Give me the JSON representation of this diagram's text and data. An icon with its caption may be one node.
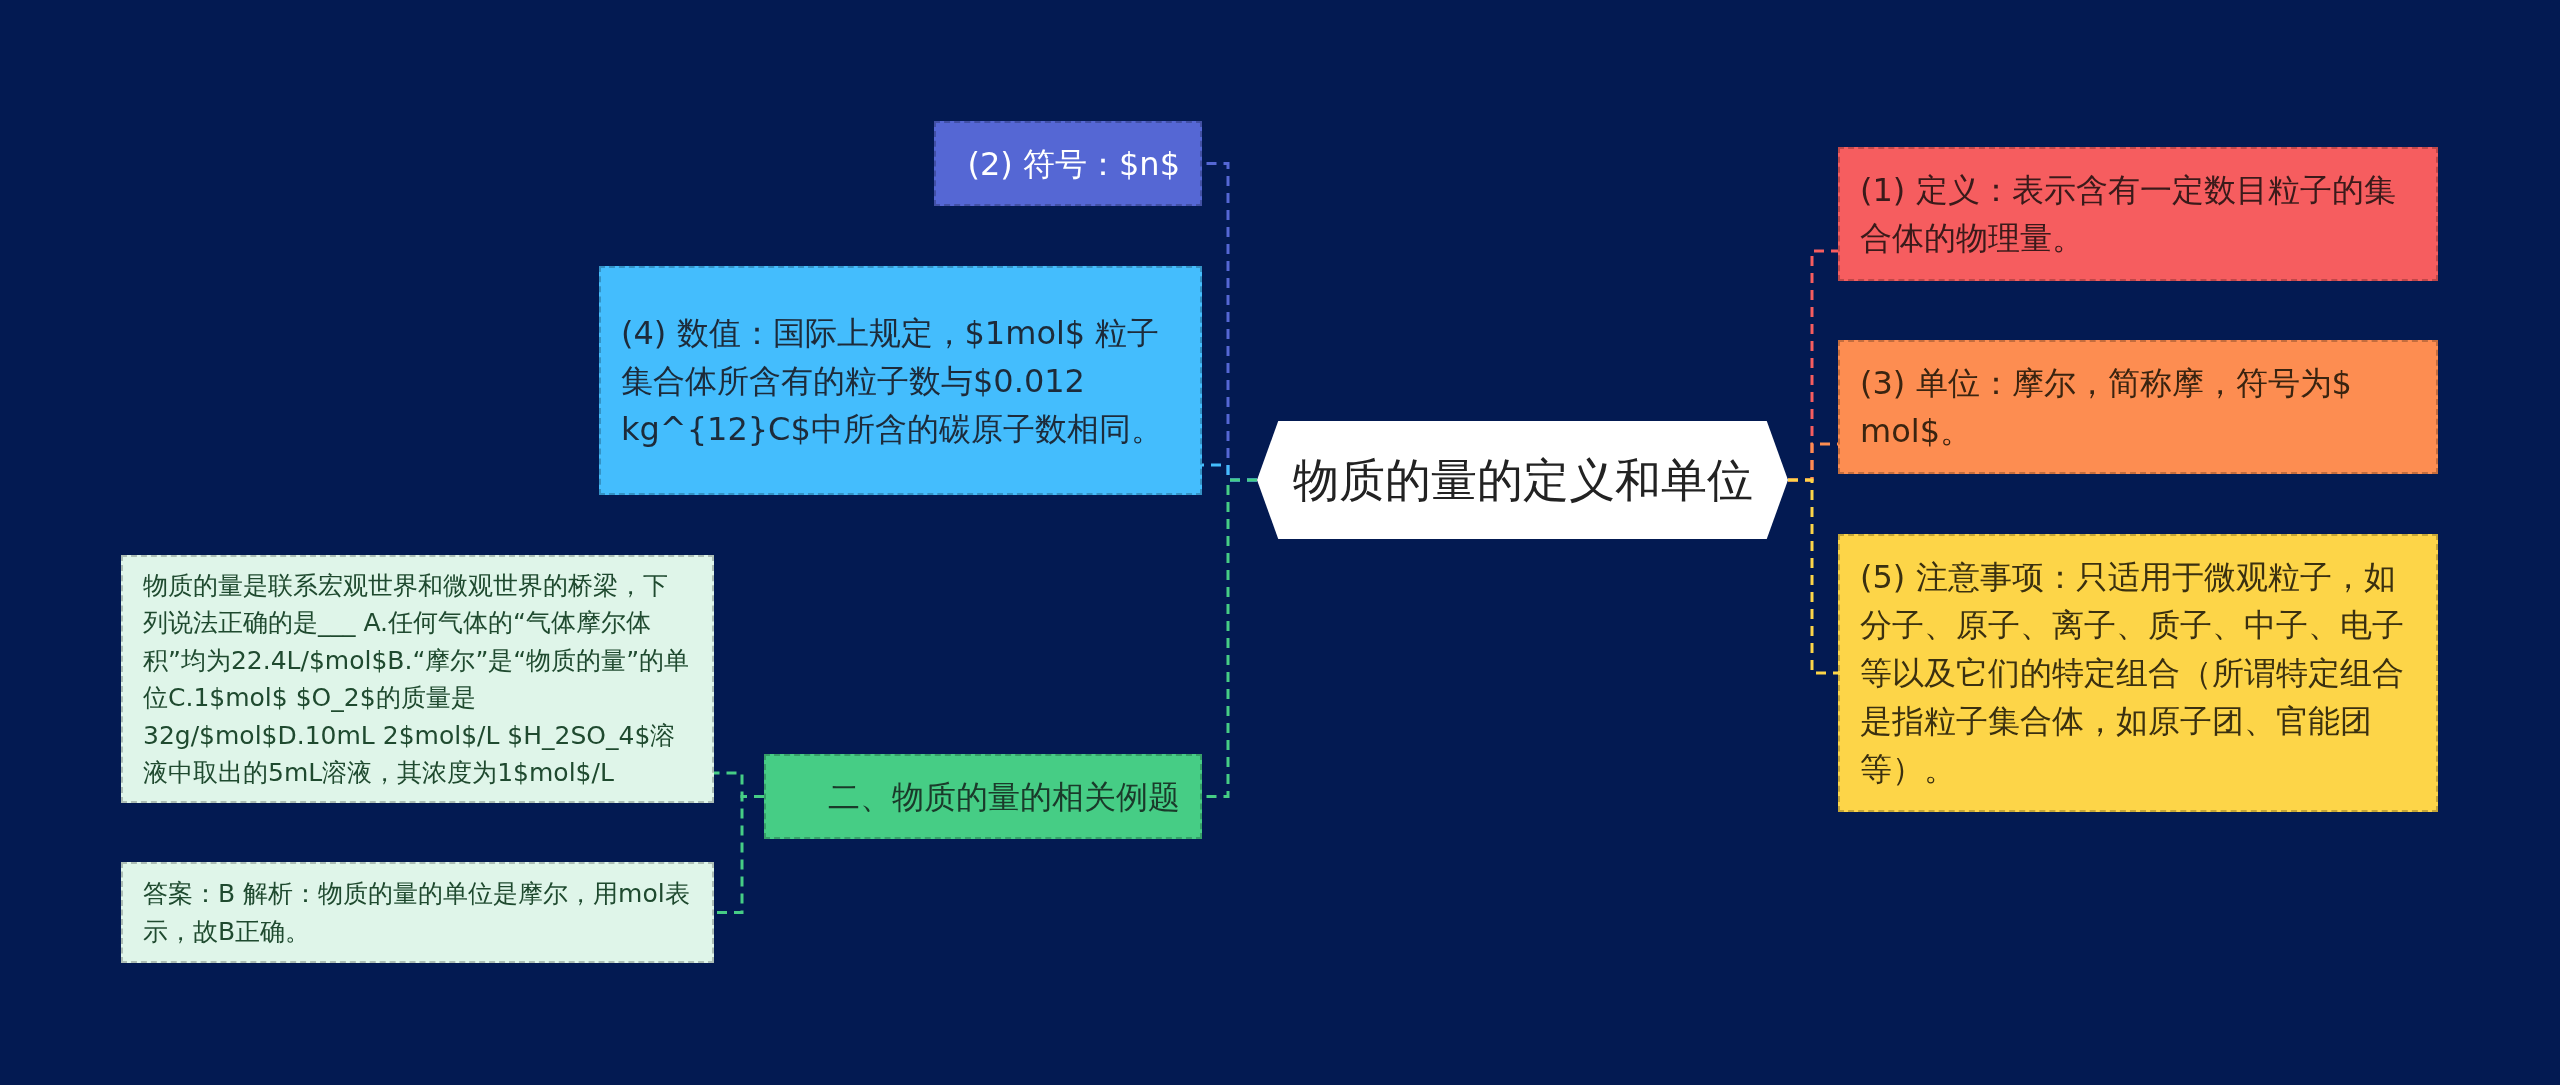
{
  "diagram": {
    "nodes": [
      {
        "text": [
          "物质的量的定义和单位"
        ]
      },
      {
        "text": [
          "(2) 符号：$n$"
        ]
      },
      {
        "text": [
          "(4) 数值：国际上规定，$1mol$ 粒子集合体所含有的粒子数与$0.012 kg^{12}C$中所含的碳原子数相同。"
        ]
      },
      {
        "text": [
          "二、物质的量的相关例题"
        ]
      },
      {
        "text": [
          "物质的量是联系宏观世界和微观世界的桥梁，下列说法正确的是___ A.任何气体的“气体摩尔体积”均为22.4L/$mol$B.“摩尔”是“物质的量”的单位C.1$mol$  $O_2$的质量是32g/$mol$D.10mL  2$mol$/L  $H_2SO_4$溶液中取出的5mL溶液，其浓度为1$mol$/L"
        ]
      },
      {
        "text": [
          "答案：B  解析：物质的量的单位是摩尔，用mol表示，故B正确。"
        ]
      },
      {
        "text": [
          "(1) 定义：表示含有一定数目粒子的集合体的物理量。"
        ]
      },
      {
        "text": [
          "(3) 单位：摩尔，简称摩，符号为$ mol$。"
        ]
      },
      {
        "text": [
          "(5) 注意事项：只适用于微观粒子，如分子、原子、离子、质子、中子、电子等以及它们的特定组合（所谓特定组合是指粒子集合体，如原子团、官能团等）。"
        ]
      }
    ],
    "edges": [
      {
        "from": 0,
        "to": 1,
        "arrow": "none",
        "style": "dashed",
        "color": "#5567d4"
      },
      {
        "from": 0,
        "to": 2,
        "arrow": "none",
        "style": "dashed",
        "color": "#44bdfd"
      },
      {
        "from": 0,
        "to": 3,
        "arrow": "none",
        "style": "dashed",
        "color": "#46cd85"
      },
      {
        "from": 3,
        "to": 4,
        "arrow": "none",
        "style": "dashed",
        "color": "#46cd85"
      },
      {
        "from": 3,
        "to": 5,
        "arrow": "none",
        "style": "dashed",
        "color": "#46cd85"
      },
      {
        "from": 0,
        "to": 6,
        "arrow": "none",
        "style": "dashed",
        "color": "#f65d5f"
      },
      {
        "from": 0,
        "to": 7,
        "arrow": "none",
        "style": "dashed",
        "color": "#fd8d51"
      },
      {
        "from": 0,
        "to": 8,
        "arrow": "none",
        "style": "dashed",
        "color": "#fdd548"
      }
    ]
  }
}
